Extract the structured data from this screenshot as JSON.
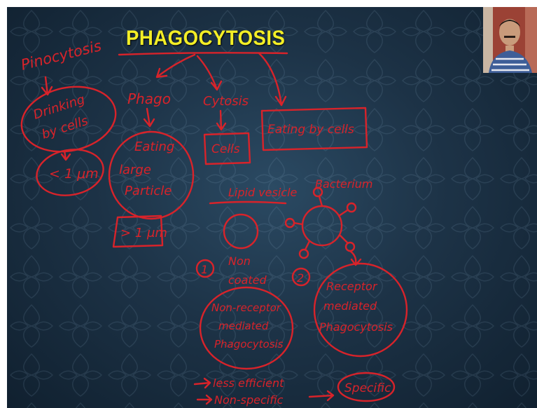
{
  "title": "PHAGOCYTOSIS",
  "notes": {
    "pinocytosis": "Pinocytosis",
    "drinking_line1": "Drinking",
    "drinking_line2": "by cells",
    "pino_size": "< 1 μm",
    "phago": "Phago",
    "eating_line1": "Eating",
    "eating_line2": "large",
    "eating_line3": "Particle",
    "phago_size": "> 1 μm",
    "cytosis": "Cytosis",
    "cells": "Cells",
    "eating_by_cells": "Eating by cells",
    "lipid_vesicle": "Lipid vesicle",
    "bacterium": "Bacterium",
    "num1": "1",
    "num2": "2",
    "non": "Non",
    "coated": "coated",
    "nonreceptor_line1": "Non-receptor",
    "nonreceptor_line2": "mediated",
    "nonreceptor_line3": "Phagocytosis",
    "receptor_line1": "Receptor",
    "receptor_line2": "mediated",
    "receptor_line3": "Phagocytosis",
    "less_efficient": "less efficient",
    "non_specific": "Non-specific",
    "specific": "Specific"
  },
  "colors": {
    "ink": "#d8232a",
    "title": "#f3ee26",
    "background": "#1d3347"
  }
}
